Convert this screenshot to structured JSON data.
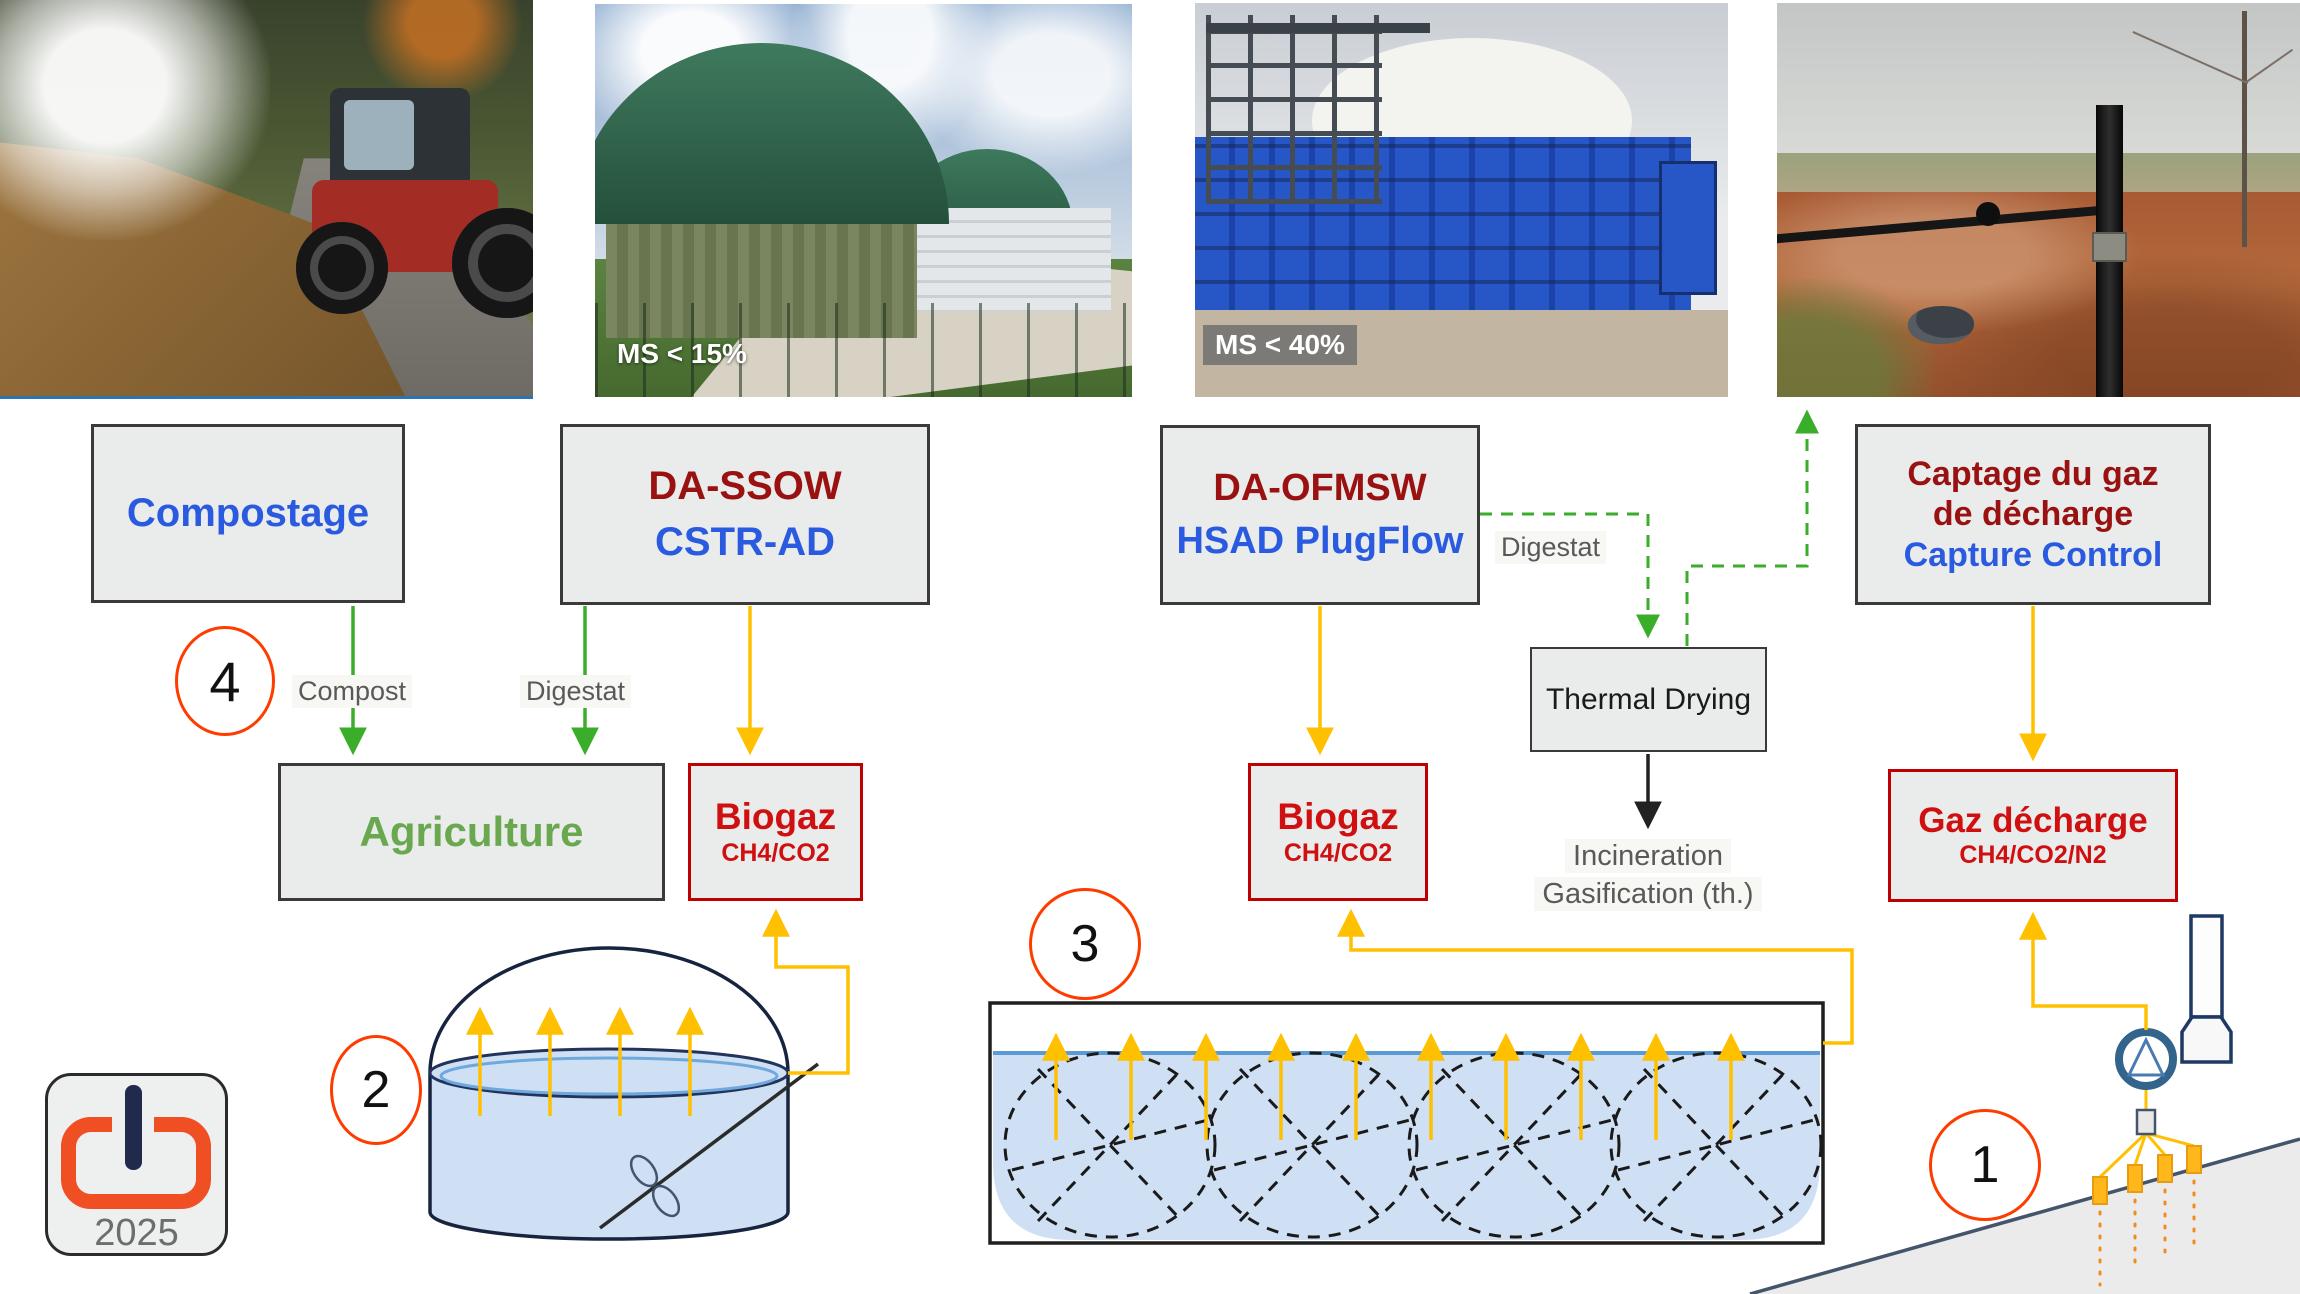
{
  "photo_overlays": {
    "ms15": "MS < 15%",
    "ms40": "MS < 40%"
  },
  "process_boxes": {
    "compostage": "Compostage",
    "da_ssow_line1": "DA-SSOW",
    "da_ssow_line2": "CSTR-AD",
    "da_ofmsw_line1": "DA-OFMSW",
    "da_ofmsw_line2": "HSAD PlugFlow",
    "captage_line1": "Captage du gaz",
    "captage_line2": "de décharge",
    "captage_line3": "Capture Control",
    "agriculture": "Agriculture",
    "biogaz_title": "Biogaz",
    "biogaz_subtitle": "CH4/CO2",
    "thermal_drying": "Thermal Drying",
    "gaz_decharge_title": "Gaz décharge",
    "gaz_decharge_subtitle": "CH4/CO2/N2"
  },
  "flow_labels": {
    "compost": "Compost",
    "digestat": "Digestat",
    "incineration_line1": "Incineration",
    "incineration_line2": "Gasification (th.)"
  },
  "step_numbers": {
    "step1": "1",
    "step2": "2",
    "step3": "3",
    "step4": "4"
  },
  "logo": {
    "year": "2025"
  },
  "colors": {
    "box_fill": "#e9eceb",
    "box_border": "#3a3a3a",
    "blue_text": "#2a5ae0",
    "dark_red_text": "#991111",
    "red_accent": "#d01010",
    "red_border": "#c00000",
    "green_text": "#6aa84f",
    "green_arrow": "#3aae2a",
    "yellow_arrow": "#ffc000",
    "step_circle": "#ff3c00",
    "gray_label": "#595959",
    "liquid_blue": "#cfe0f5",
    "navy_outline": "#1c2b50"
  }
}
